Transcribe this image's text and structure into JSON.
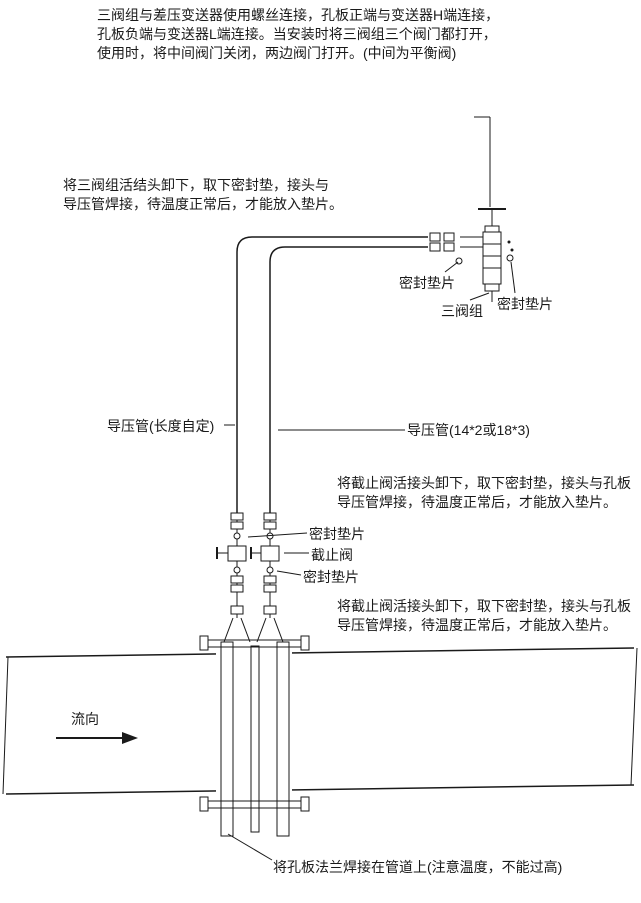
{
  "top_note": {
    "lines": [
      "三阀组与差压变送器使用螺丝连接，孔板正端与变送器H端连接，",
      "孔板负端与变送器L端连接。当安装时将三阀组三个阀门都打开，",
      "使用时，将中间阀门关闭，两边阀门打开。(中间为平衡阀)"
    ]
  },
  "manifold_note": {
    "lines": [
      "将三阀组活结头卸下，取下密封垫，接头与",
      "导压管焊接，待温度正常后，才能放入垫片。"
    ]
  },
  "valve_note_upper": {
    "lines": [
      "将截止阀活接头卸下，取下密封垫，接头与孔板",
      "导压管焊接，待温度正常后，才能放入垫片。"
    ]
  },
  "valve_note_lower": {
    "lines": [
      "将截止阀活接头卸下，取下密封垫，接头与孔板",
      "导压管焊接，待温度正常后，才能放入垫片。"
    ]
  },
  "labels": {
    "seal_gasket_manifold_left": "密封垫片",
    "three_valve_manifold": "三阀组",
    "seal_gasket_manifold_right": "密封垫片",
    "impulse_pipe_left": "导压管(长度自定)",
    "impulse_pipe_right": "导压管(14*2或18*3)",
    "seal_gasket_valve_upper": "密封垫片",
    "shutoff_valve": "截止阀",
    "seal_gasket_valve_lower": "密封垫片",
    "flow_direction": "流向",
    "bottom_note": "将孔板法兰焊接在管道上(注意温度，不能过高)"
  },
  "colors": {
    "line": "#1a1a1a",
    "text": "#1a1a1a",
    "background": "#ffffff"
  }
}
